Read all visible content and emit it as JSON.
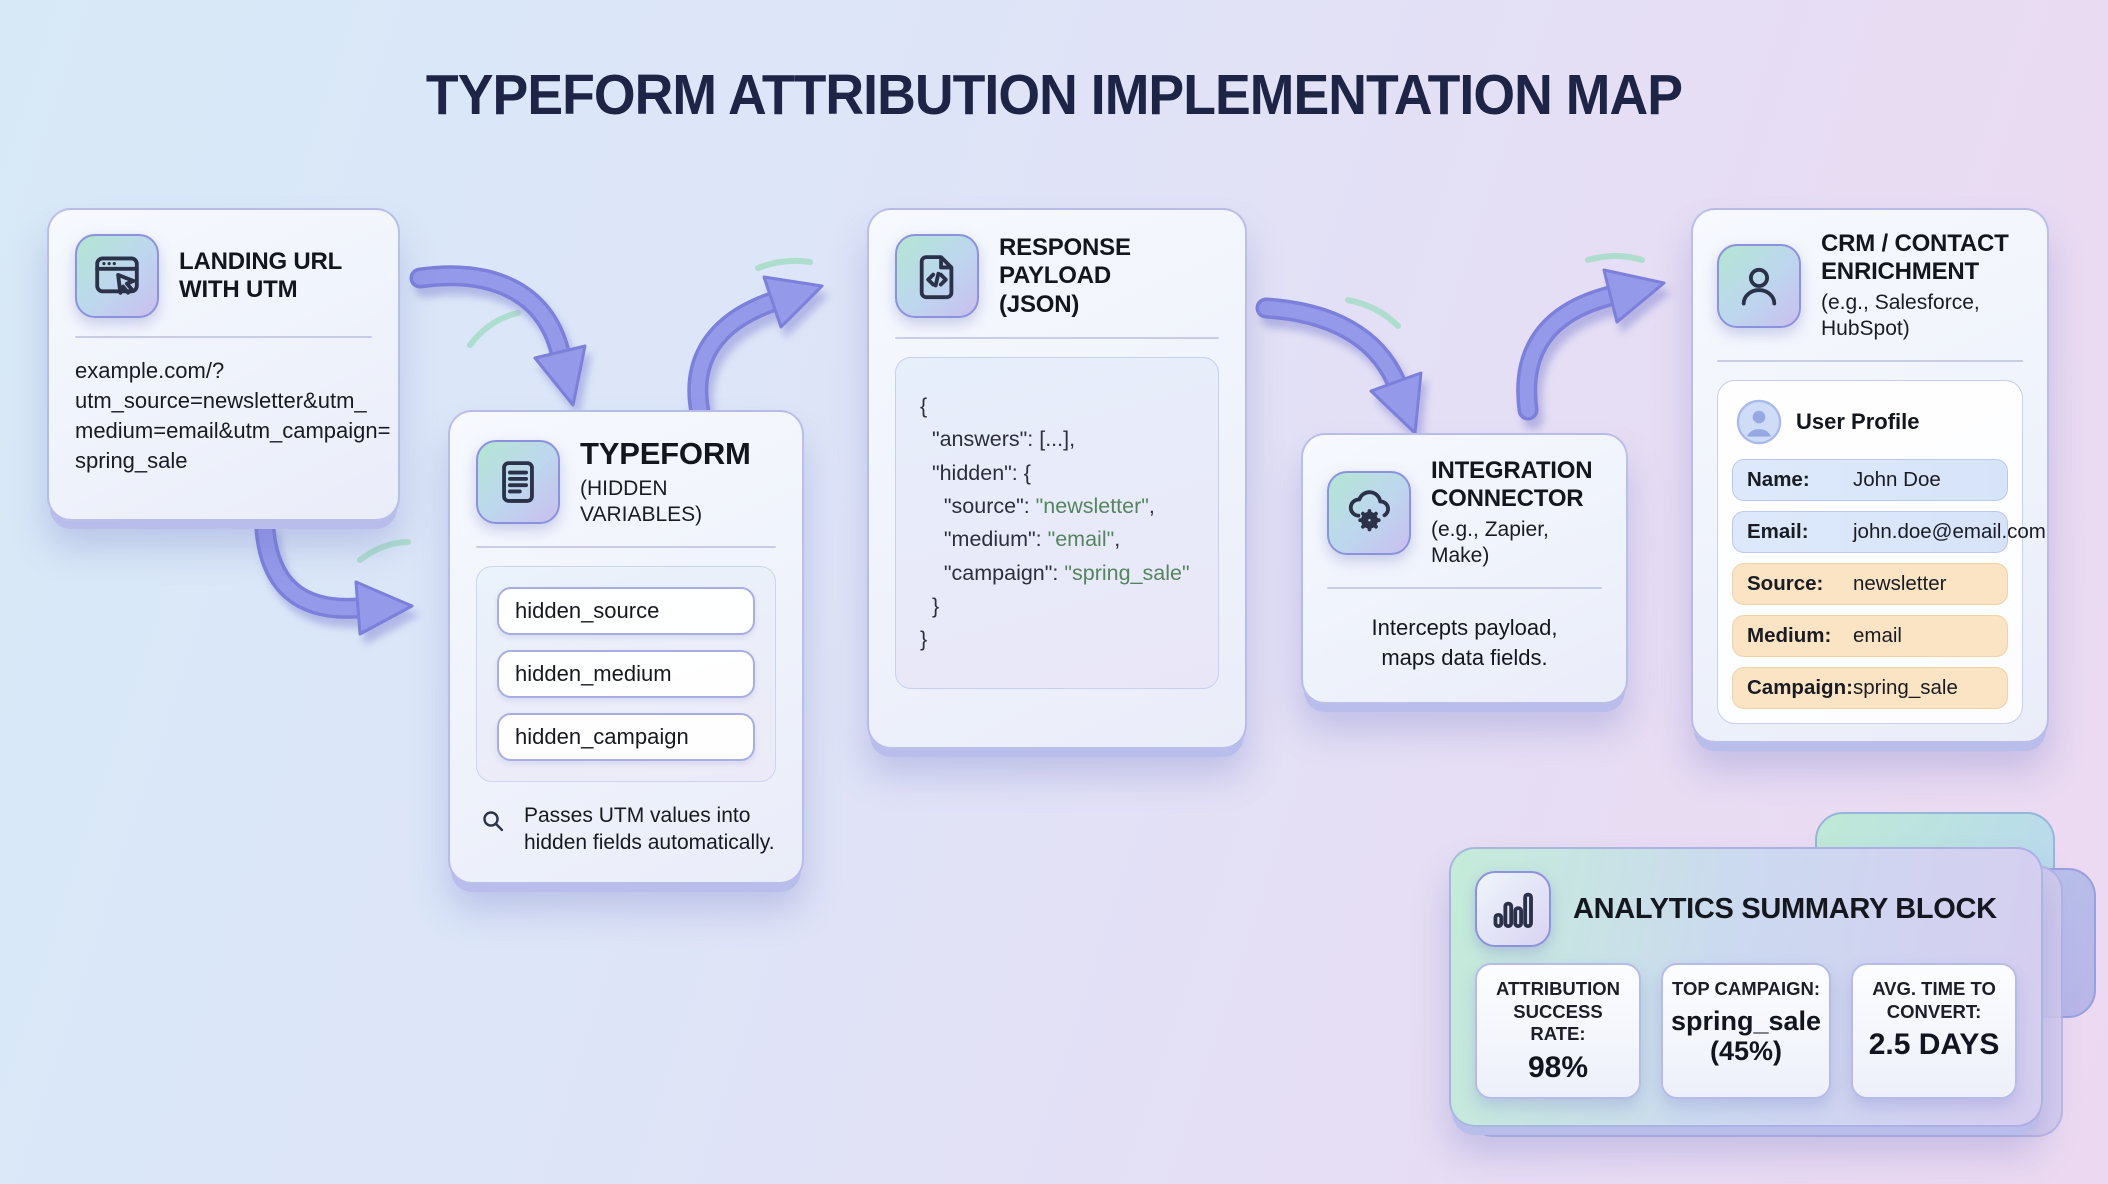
{
  "page": {
    "title": "TYPEFORM ATTRIBUTION IMPLEMENTATION MAP"
  },
  "colors": {
    "arrow_purple": "#8e93e8",
    "mint_accent": "#b3e6d2",
    "json_value_green": "#55855f",
    "row_blue": "#dbe7fa",
    "row_orange": "#fbe4c4",
    "title_navy": "#1d2445"
  },
  "landing_card": {
    "icon": "browser-cursor-icon",
    "title": "LANDING URL\nWITH UTM",
    "url": "example.com/?\nutm_source=newsletter&utm_\nmedium=email&utm_campaign=\nspring_sale"
  },
  "typeform_card": {
    "icon": "document-icon",
    "title": "TYPEFORM",
    "subtitle": "(HIDDEN VARIABLES)",
    "fields": [
      "hidden_source",
      "hidden_medium",
      "hidden_campaign"
    ],
    "note_icon": "magnifier-icon",
    "note": "Passes UTM values into\nhidden fields automatically."
  },
  "response_card": {
    "icon": "code-file-icon",
    "title": "RESPONSE PAYLOAD\n(JSON)",
    "code_lines": [
      [
        [
          "p",
          "{"
        ]
      ],
      [
        [
          "p",
          "  "
        ],
        [
          "k",
          "\"answers\""
        ],
        [
          "p",
          ": [...],"
        ]
      ],
      [
        [
          "p",
          "  "
        ],
        [
          "k",
          "\"hidden\""
        ],
        [
          "p",
          ": {"
        ]
      ],
      [
        [
          "p",
          "    "
        ],
        [
          "k",
          "\"source\""
        ],
        [
          "p",
          ": "
        ],
        [
          "v",
          "\"newsletter\""
        ],
        [
          "p",
          ","
        ]
      ],
      [
        [
          "p",
          "    "
        ],
        [
          "k",
          "\"medium\""
        ],
        [
          "p",
          ": "
        ],
        [
          "v",
          "\"email\""
        ],
        [
          "p",
          ","
        ]
      ],
      [
        [
          "p",
          "    "
        ],
        [
          "k",
          "\"campaign\""
        ],
        [
          "p",
          ": "
        ],
        [
          "v",
          "\"spring_sale\""
        ]
      ],
      [
        [
          "p",
          "  }"
        ]
      ],
      [
        [
          "p",
          "}"
        ]
      ]
    ]
  },
  "integration_card": {
    "icon": "cloud-gear-icon",
    "title": "INTEGRATION\nCONNECTOR",
    "subtitle": "(e.g., Zapier, Make)",
    "description": "Intercepts payload,\nmaps data fields."
  },
  "crm_card": {
    "icon": "person-icon",
    "title": "CRM / CONTACT\nENRICHMENT",
    "subtitle": "(e.g., Salesforce, HubSpot)",
    "profile": {
      "avatar_icon": "avatar-icon",
      "title": "User Profile",
      "rows": [
        {
          "label": "Name:",
          "value": "John Doe",
          "tone": "blue"
        },
        {
          "label": "Email:",
          "value": "john.doe@email.com",
          "tone": "blue"
        },
        {
          "label": "Source:",
          "value": "newsletter",
          "tone": "orange"
        },
        {
          "label": "Medium:",
          "value": "email",
          "tone": "orange"
        },
        {
          "label": "Campaign:",
          "value": "spring_sale",
          "tone": "orange"
        }
      ]
    }
  },
  "analytics": {
    "icon": "bar-chart-icon",
    "title": "ANALYTICS SUMMARY BLOCK",
    "stats": [
      {
        "label": "ATTRIBUTION SUCCESS RATE:",
        "value": "98%"
      },
      {
        "label": "TOP CAMPAIGN:",
        "value": "spring_sale\n(45%)"
      },
      {
        "label": "AVG. TIME TO CONVERT:",
        "value": "2.5 DAYS"
      }
    ]
  }
}
